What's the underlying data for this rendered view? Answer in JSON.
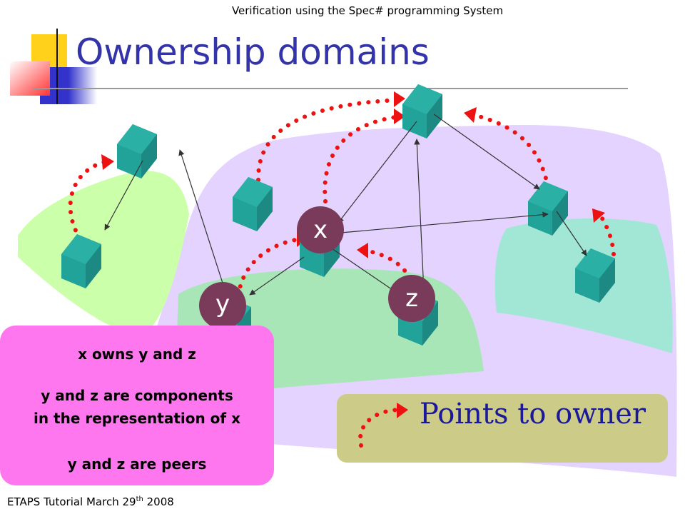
{
  "header": "Verification using the Spec# programming System",
  "title": "Ownership domains",
  "labels": {
    "x": "x",
    "y": "y",
    "z": "z"
  },
  "note": {
    "line1": "x owns y and z",
    "line2": "y and z are components",
    "line3": "in the representation of x",
    "line4": "y and z are peers"
  },
  "legend": "Points to owner",
  "footer": {
    "text": "ETAPS Tutorial March 29",
    "sup": "th",
    "year": " 2008"
  },
  "colors": {
    "title": "#3333aa",
    "note_box": "#ff77ee",
    "legend_box": "#cccc88",
    "owner_arrow": "#ee1111",
    "object_box": "#22a39a"
  }
}
